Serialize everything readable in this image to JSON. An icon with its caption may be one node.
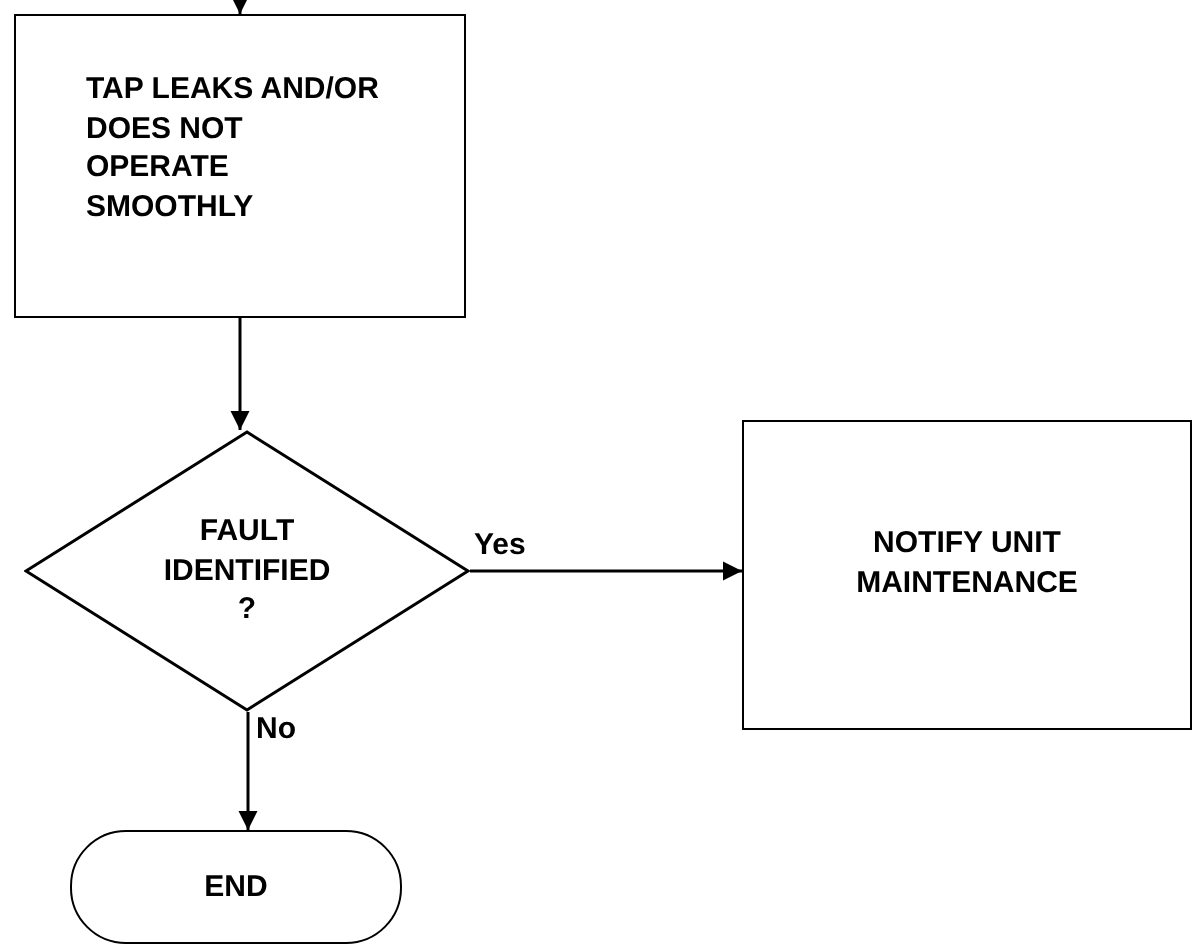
{
  "diagram": {
    "nodes": [
      {
        "text": [
          "TAP LEAKS AND/OR DOES NOT OPERATE SMOOTHLY"
        ]
      },
      {
        "text": [
          "FAULT IDENTIFIED ?"
        ]
      },
      {
        "text": [
          "NOTIFY UNIT MAINTENANCE"
        ]
      },
      {
        "text": [
          "END"
        ]
      }
    ],
    "edges": [
      {
        "from": null,
        "to": 0,
        "arrow": "to"
      },
      {
        "from": 0,
        "to": 1,
        "arrow": "to"
      },
      {
        "from": 1,
        "to": 2,
        "label": "Yes",
        "arrow": "to"
      },
      {
        "from": 1,
        "to": 3,
        "label": "No",
        "arrow": "to"
      }
    ]
  }
}
